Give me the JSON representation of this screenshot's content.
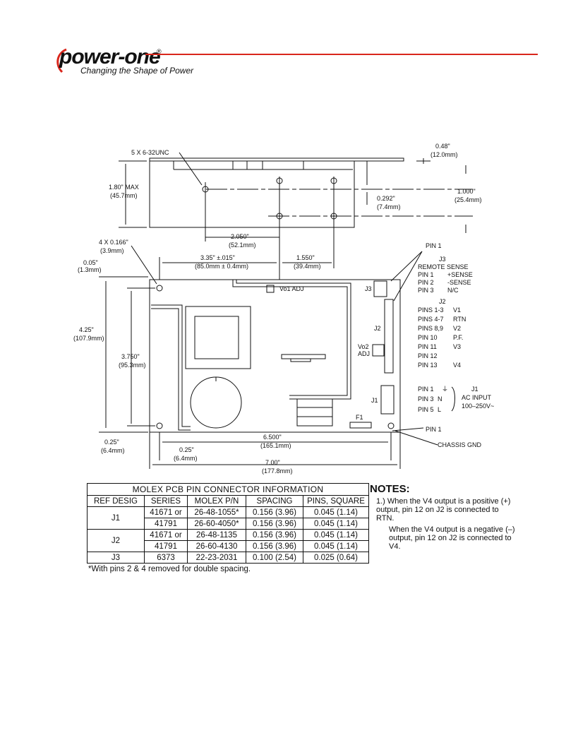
{
  "brand": {
    "name": "power-one",
    "registered": "®",
    "tagline": "Changing the Shape of Power",
    "accent": "#d9261c"
  },
  "drawing": {
    "side_view": {
      "screw_label": "5 X 6-32UNC",
      "height": [
        "1.80\" MAX",
        "(45.7mm)"
      ],
      "top_offset": [
        "0.48\"",
        "(12.0mm)"
      ],
      "hole_offset": [
        "0.292\"",
        "(7.4mm)"
      ],
      "hole_pitch_v": [
        "1.000\"",
        "(25.4mm)"
      ],
      "hole_pitch_h": [
        "2.050\"",
        "(52.1mm)"
      ]
    },
    "top_view": {
      "mount_holes": [
        "4 X 0.166\"",
        "(3.9mm)"
      ],
      "edge_offset": [
        "0.05\"",
        "(1.3mm)"
      ],
      "hole_span": [
        "3.35\" ±.015\"",
        "(85.0mm ± 0.4mm)"
      ],
      "hole_span2": [
        "1.550\"",
        "(39.4mm)"
      ],
      "board_height": [
        "4.25\"",
        "(107.9mm)"
      ],
      "hole_span_v": [
        "3.750\"",
        "(95.3mm)"
      ],
      "bottom_offset": [
        "0.25\"",
        "(6.4mm)"
      ],
      "left_offset": [
        "0.25\"",
        "(6.4mm)"
      ],
      "hole_span_h": [
        "6.500\"",
        "(165.1mm)"
      ],
      "board_width": [
        "7.00\"",
        "(177.8mm)"
      ],
      "vo1_adj": "Vo1 ADJ",
      "vo2_adj": [
        "Vo2",
        "ADJ"
      ],
      "j3": "J3",
      "j2": "J2",
      "j1": "J1",
      "f1": "F1",
      "pin1_top": "PIN 1",
      "pin1_bottom": "PIN 1",
      "chassis_gnd": "CHASSIS GND"
    },
    "j3_legend": {
      "title": "J3",
      "subtitle": "REMOTE SENSE",
      "rows": [
        [
          "PIN 1",
          "+SENSE"
        ],
        [
          "PIN 2",
          "-SENSE"
        ],
        [
          "PIN 3",
          "N/C"
        ]
      ]
    },
    "j2_legend": {
      "title": "J2",
      "rows": [
        [
          "PINS 1-3",
          "V1"
        ],
        [
          "PINS 4-7",
          "RTN"
        ],
        [
          "PINS 8,9",
          "V2"
        ],
        [
          "PIN 10",
          "P.F."
        ],
        [
          "PIN 11",
          "V3"
        ],
        [
          "PIN 12",
          ""
        ],
        [
          "PIN 13",
          "V4"
        ]
      ]
    },
    "j1_legend": {
      "title": "J1",
      "rows": [
        [
          "PIN 1",
          "⏚"
        ],
        [
          "PIN 3",
          "N"
        ],
        [
          "PIN 5",
          "L"
        ]
      ],
      "ac": [
        "AC INPUT",
        "100–250V~"
      ]
    }
  },
  "table": {
    "caption": "MOLEX PCB PIN CONNECTOR INFORMATION",
    "headers": [
      "REF DESIG",
      "SERIES",
      "MOLEX P/N",
      "SPACING",
      "PINS, SQUARE"
    ],
    "groups": [
      {
        "ref": "J1",
        "rows": [
          [
            "41671 or",
            "26-48-1055*",
            "0.156 (3.96)",
            "0.045 (1.14)"
          ],
          [
            "41791",
            "26-60-4050*",
            "0.156 (3.96)",
            "0.045 (1.14)"
          ]
        ]
      },
      {
        "ref": "J2",
        "rows": [
          [
            "41671 or",
            "26-48-1135",
            "0.156 (3.96)",
            "0.045 (1.14)"
          ],
          [
            "41791",
            "26-60-4130",
            "0.156 (3.96)",
            "0.045 (1.14)"
          ]
        ]
      },
      {
        "ref": "J3",
        "rows": [
          [
            "6373",
            "22-23-2031",
            "0.100 (2.54)",
            "0.025 (0.64)"
          ]
        ]
      }
    ],
    "footnote": "*With pins 2 & 4 removed for double spacing."
  },
  "notes": {
    "title": "NOTES:",
    "items": [
      "1.) When the V4 output is a positive (+) output, pin 12 on J2 is connected to RTN.",
      "When the V4 output is a negative (–) output, pin 12 on J2 is connected to V4."
    ]
  }
}
